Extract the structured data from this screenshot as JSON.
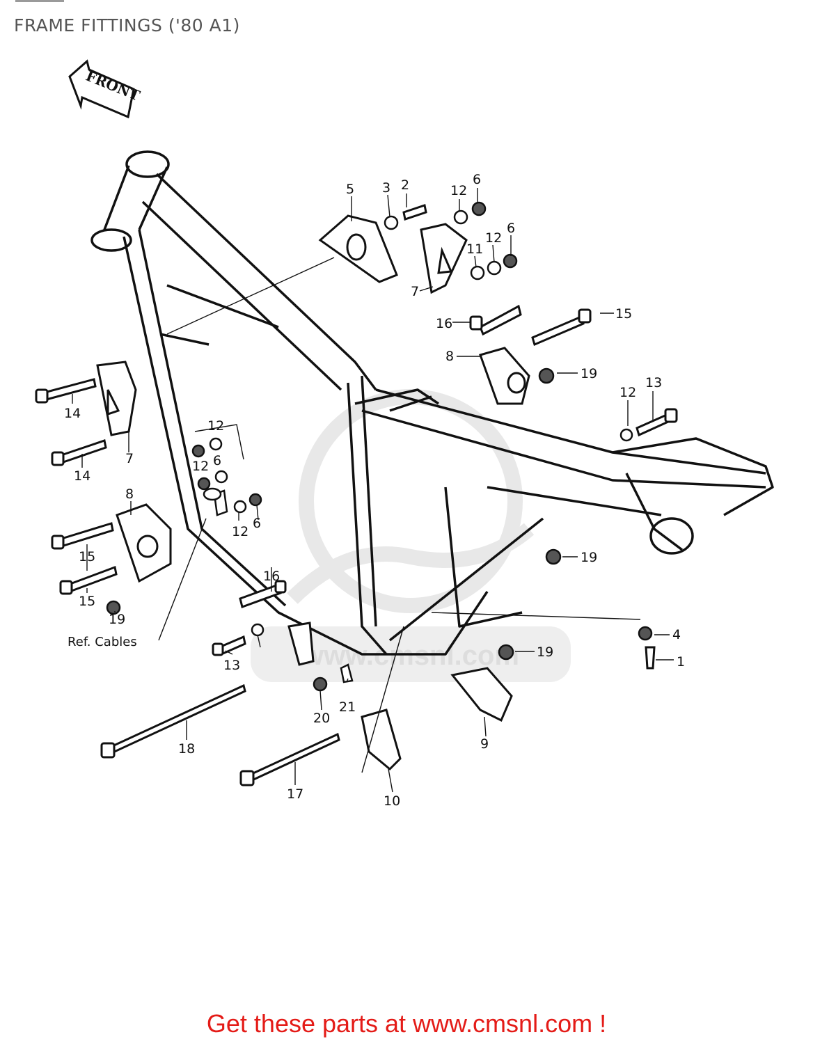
{
  "page": {
    "title": "FRAME FITTINGS ('80 A1)",
    "cta": "Get these parts at www.cmsnl.com !"
  },
  "diagram": {
    "front_label": "FRONT",
    "ref_note": "Ref. Cables",
    "watermark_text": "www.cmsnl.com",
    "callouts": [
      "1",
      "2",
      "3",
      "4",
      "5",
      "6",
      "6",
      "6",
      "6",
      "7",
      "7",
      "8",
      "8",
      "9",
      "10",
      "11",
      "12",
      "12",
      "12",
      "12",
      "12",
      "12",
      "13",
      "13",
      "14",
      "14",
      "15",
      "15",
      "15",
      "16",
      "16",
      "17",
      "18",
      "19",
      "19",
      "19",
      "19",
      "20",
      "21"
    ]
  },
  "colors": {
    "line": "#111111",
    "watermark": "#e6e6e6",
    "cta": "#e41b17",
    "title": "#555555"
  }
}
